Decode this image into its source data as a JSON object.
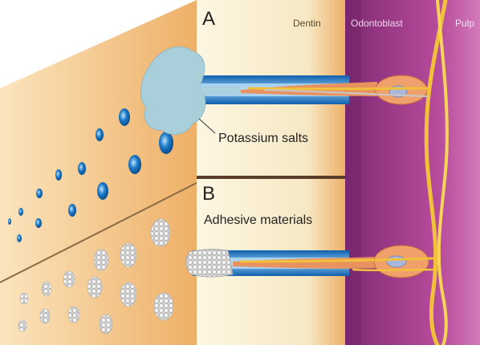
{
  "regions": {
    "dentin": "Dentin",
    "odontoblast": "Odontoblast",
    "pulp": "Pulp"
  },
  "panels": {
    "a": {
      "letter": "A",
      "label": "Potassium salts"
    },
    "b": {
      "letter": "B",
      "label": "Adhesive materials"
    }
  },
  "colors": {
    "dentin_surface": "#f0be78",
    "dentin_slab": "#f7ebc9",
    "odontoblast_layer": "#9c3d88",
    "pulp": "#c45ca8",
    "tubule": "#1e7bc7",
    "nerve": "#f2c13b",
    "process": "#e8935f",
    "potassium_salts": "#a9cfdb",
    "adhesive": "#e4e4e4"
  }
}
